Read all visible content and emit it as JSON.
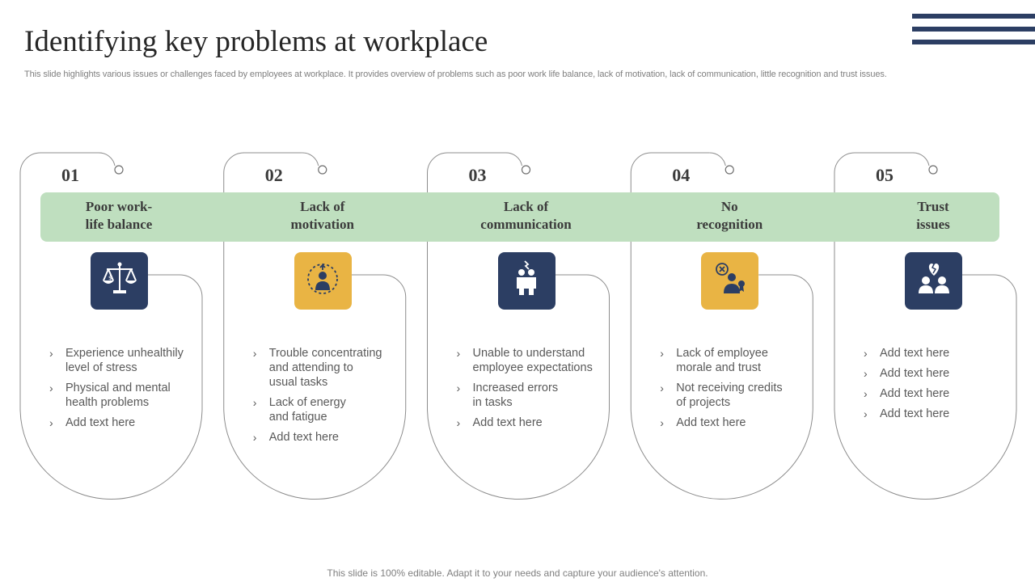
{
  "header": {
    "title": "Identifying key problems at workplace",
    "subtitle": "This slide highlights various issues or challenges faced by employees at workplace. It provides overview of problems such as poor work life balance, lack of motivation, lack of communication, little recognition and trust issues."
  },
  "colors": {
    "navy": "#2c3e63",
    "gold": "#e9b444",
    "band_green": "#bfdfbf",
    "outline_gray": "#8c8c8c"
  },
  "steps": [
    {
      "number": "01",
      "heading_lines": [
        "Poor work-",
        "life balance"
      ],
      "icon": "scales-icon",
      "icon_color": "navy",
      "bullets": [
        [
          "Experience unhealthily",
          "level of stress"
        ],
        [
          "Physical and mental",
          "health problems"
        ],
        [
          "Add text here"
        ]
      ]
    },
    {
      "number": "02",
      "heading_lines": [
        "Lack of",
        "motivation"
      ],
      "icon": "stressed-person-icon",
      "icon_color": "gold",
      "bullets": [
        [
          "Trouble concentrating",
          "and attending to",
          "usual tasks"
        ],
        [
          "Lack of energy",
          "and fatigue"
        ],
        [
          "Add text here"
        ]
      ]
    },
    {
      "number": "03",
      "heading_lines": [
        "Lack of",
        "communication"
      ],
      "icon": "conflict-people-icon",
      "icon_color": "navy",
      "bullets": [
        [
          "Unable to understand",
          "employee expectations"
        ],
        [
          "Increased errors",
          "in tasks"
        ],
        [
          "Add text here"
        ]
      ]
    },
    {
      "number": "04",
      "heading_lines": [
        "No",
        "recognition"
      ],
      "icon": "no-award-icon",
      "icon_color": "gold",
      "bullets": [
        [
          "Lack of employee",
          "morale and trust"
        ],
        [
          "Not receiving credits",
          "of projects"
        ],
        [
          "Add text here"
        ]
      ]
    },
    {
      "number": "05",
      "heading_lines": [
        "Trust",
        "issues"
      ],
      "icon": "broken-trust-icon",
      "icon_color": "navy",
      "bullets": [
        [
          "Add text here"
        ],
        [
          "Add text here"
        ],
        [
          "Add text here"
        ],
        [
          "Add text here"
        ]
      ]
    }
  ],
  "footer": {
    "note": "This slide is 100% editable. Adapt it to your needs and capture your audience's attention."
  }
}
